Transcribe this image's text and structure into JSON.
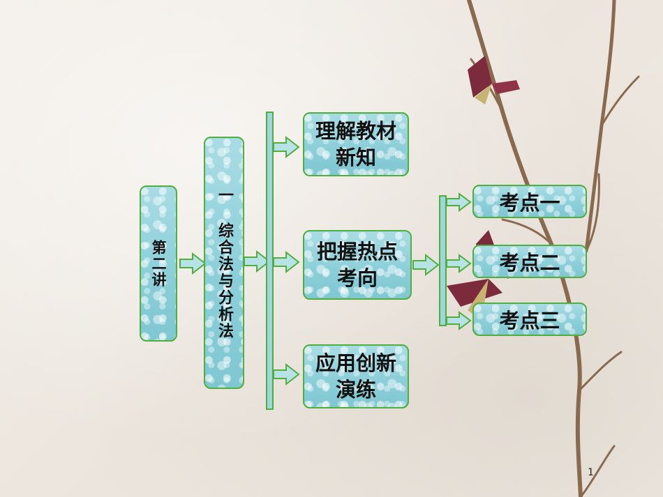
{
  "diagram": {
    "root": "第二讲",
    "section": "一 综合法与分析法",
    "branches": [
      "理解教材新知",
      "把握热点考向",
      "应用创新演练"
    ],
    "sub_branches": [
      "考点一",
      "考点二",
      "考点三"
    ]
  },
  "colors": {
    "border": "#4fae3d",
    "fill": "#8ccfd9",
    "arrow": "#b7e3e6"
  },
  "page_number": "1"
}
